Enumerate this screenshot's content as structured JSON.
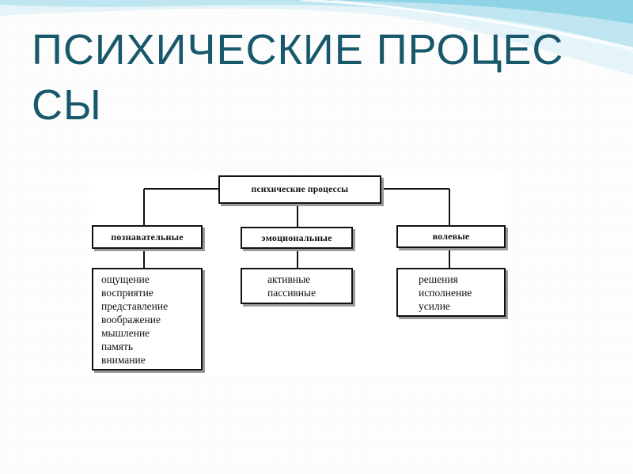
{
  "slide": {
    "title": "ПСИХИЧЕСКИЕ ПРОЦЕС СЫ",
    "title_color": "#17586a",
    "accent_colors": [
      "#8fd3e6",
      "#bfe6f0",
      "#e4f4f8"
    ]
  },
  "diagram": {
    "root": "психические процессы",
    "branches": [
      {
        "label": "познавательные",
        "items": [
          "ощущение",
          "восприятие",
          "представление",
          "воображение",
          "мышление",
          "память",
          "внимание"
        ]
      },
      {
        "label": "эмоциональные",
        "items": [
          "активные",
          "пассивные"
        ]
      },
      {
        "label": "волевые",
        "items": [
          "решения",
          "исполнение",
          "усилие"
        ]
      }
    ]
  }
}
